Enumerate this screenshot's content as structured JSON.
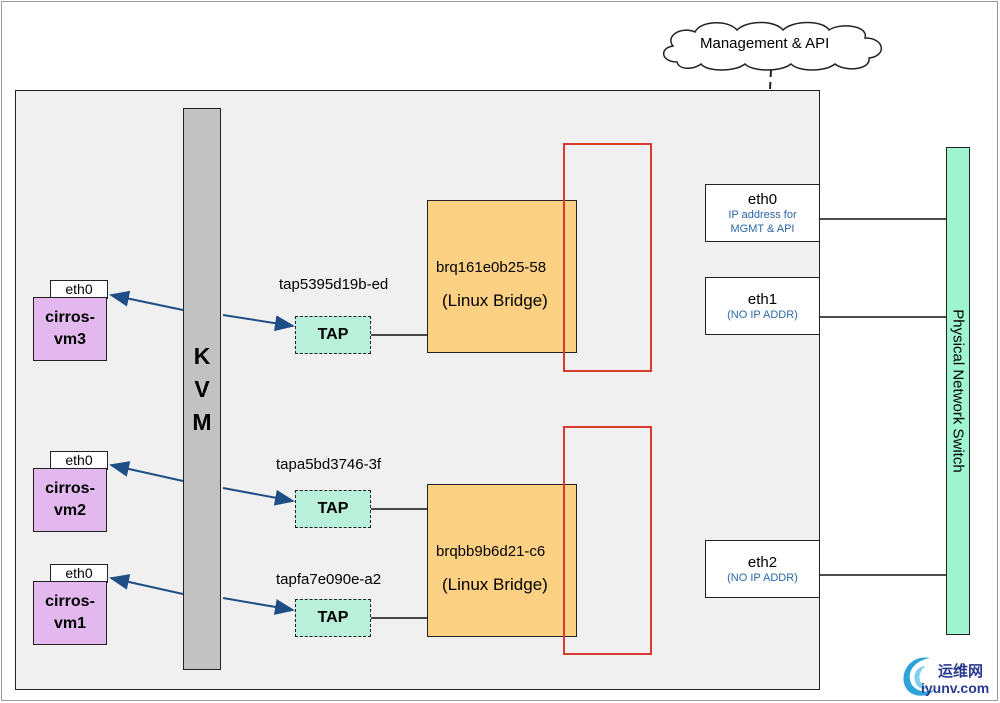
{
  "kvm_label": [
    "K",
    "V",
    "M"
  ],
  "management": {
    "label": "Management & API"
  },
  "vms": [
    {
      "eth": "eth0",
      "name": "cirros-vm3"
    },
    {
      "eth": "eth0",
      "name": "cirros-vm2"
    },
    {
      "eth": "eth0",
      "name": "cirros-vm1"
    }
  ],
  "taps": [
    {
      "name": "tap5395d19b-ed",
      "label": "TAP"
    },
    {
      "name": "tapa5bd3746-3f",
      "label": "TAP"
    },
    {
      "name": "tapfa7e090e-a2",
      "label": "TAP"
    }
  ],
  "bridges": [
    {
      "name": "brq161e0b25-58",
      "type": "(Linux Bridge)"
    },
    {
      "name": "brqbb9b6d21-c6",
      "type": "(Linux Bridge)"
    }
  ],
  "nics": [
    {
      "name": "eth0",
      "sub": "IP address for MGMT & API"
    },
    {
      "name": "eth1",
      "sub": "(NO IP ADDR)"
    },
    {
      "name": "eth2",
      "sub": "(NO IP ADDR)"
    }
  ],
  "switch_label": "Physical Network Switch",
  "watermark": {
    "title": "运维网",
    "url": "iyunv.com"
  },
  "colors": {
    "host_bg": "#f0f0f0",
    "kvm": "#c2c2c2",
    "vm": "#e2b8ef",
    "tap": "#b8f0dc",
    "bridge": "#fdd184",
    "vlan_box": "#d83a2f",
    "switch": "#9ff5cf",
    "arrow": "#1f4e86"
  }
}
